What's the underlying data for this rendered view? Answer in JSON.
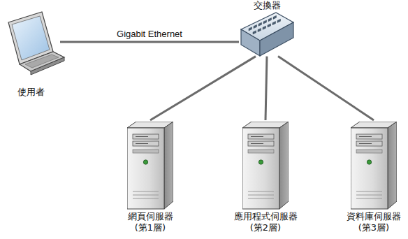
{
  "diagram": {
    "nodes": [
      {
        "text": [
          "使用者"
        ]
      },
      {
        "text": [
          "交換器"
        ]
      },
      {
        "text": [
          "網頁伺服器 (第1層)"
        ]
      },
      {
        "text": [
          "應用程式伺服器 (第2層)"
        ]
      },
      {
        "text": [
          "資料庫伺服器 (第3層)"
        ]
      }
    ],
    "edges": [
      {
        "from": 0,
        "to": 1,
        "label": "Gigabit Ethernet",
        "arrow": "none"
      },
      {
        "from": 1,
        "to": 2,
        "arrow": "none"
      },
      {
        "from": 1,
        "to": 3,
        "arrow": "none"
      },
      {
        "from": 1,
        "to": 4,
        "arrow": "none"
      }
    ]
  }
}
